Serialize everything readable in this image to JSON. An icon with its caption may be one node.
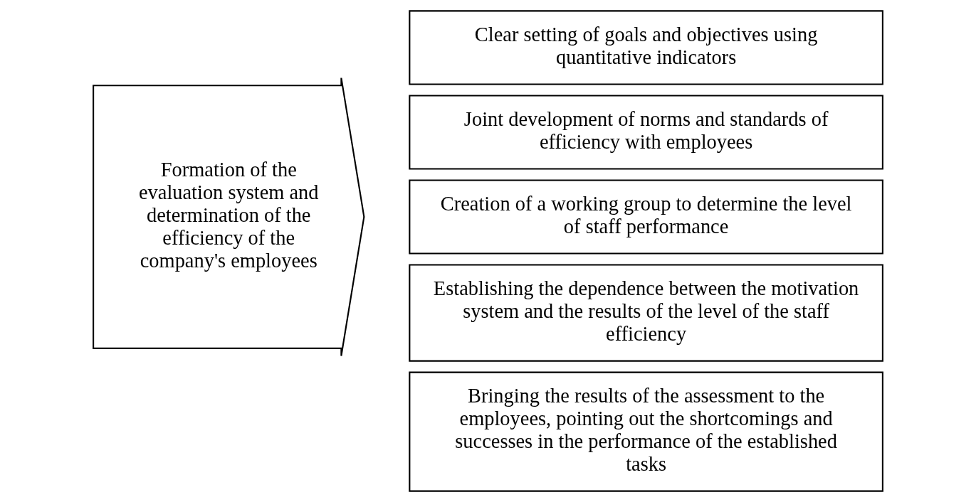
{
  "diagram": {
    "nodes": [
      {
        "text": [
          "Formation of the evaluation system and determination of the efficiency of the company's employees"
        ]
      },
      {
        "text": [
          "Clear setting of goals and objectives using quantitative indicators"
        ]
      },
      {
        "text": [
          "Joint development of norms and standards of efficiency with employees"
        ]
      },
      {
        "text": [
          "Creation of a working group to determine the level of staff performance"
        ]
      },
      {
        "text": [
          "Establishing the dependence between the motivation system and the results of the level of the staff efficiency"
        ]
      },
      {
        "text": [
          "Bringing the results of the assessment to the employees, pointing out the shortcomings and successes in the performance of the established tasks"
        ]
      }
    ]
  }
}
